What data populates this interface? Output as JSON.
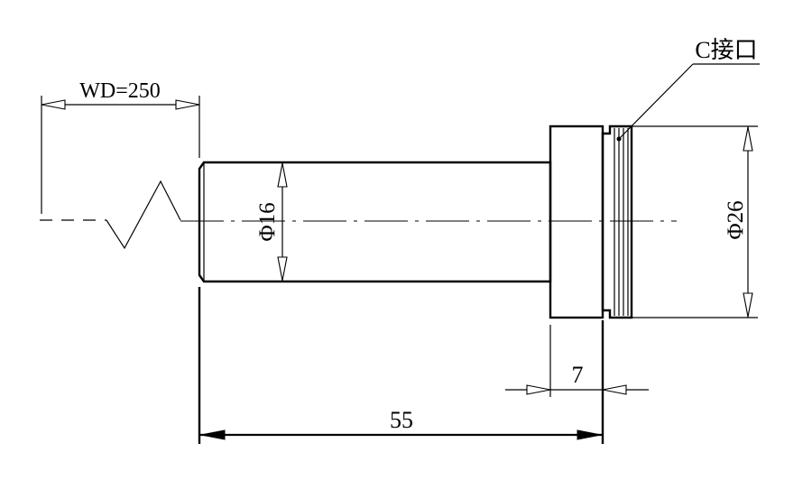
{
  "drawing": {
    "working_distance_label": "WD=250",
    "body_diameter_label": "Φ16",
    "flange_diameter_label": "Φ26",
    "total_length_label": "55",
    "flange_length_label": "7",
    "mount_callout_label": "C接口"
  }
}
